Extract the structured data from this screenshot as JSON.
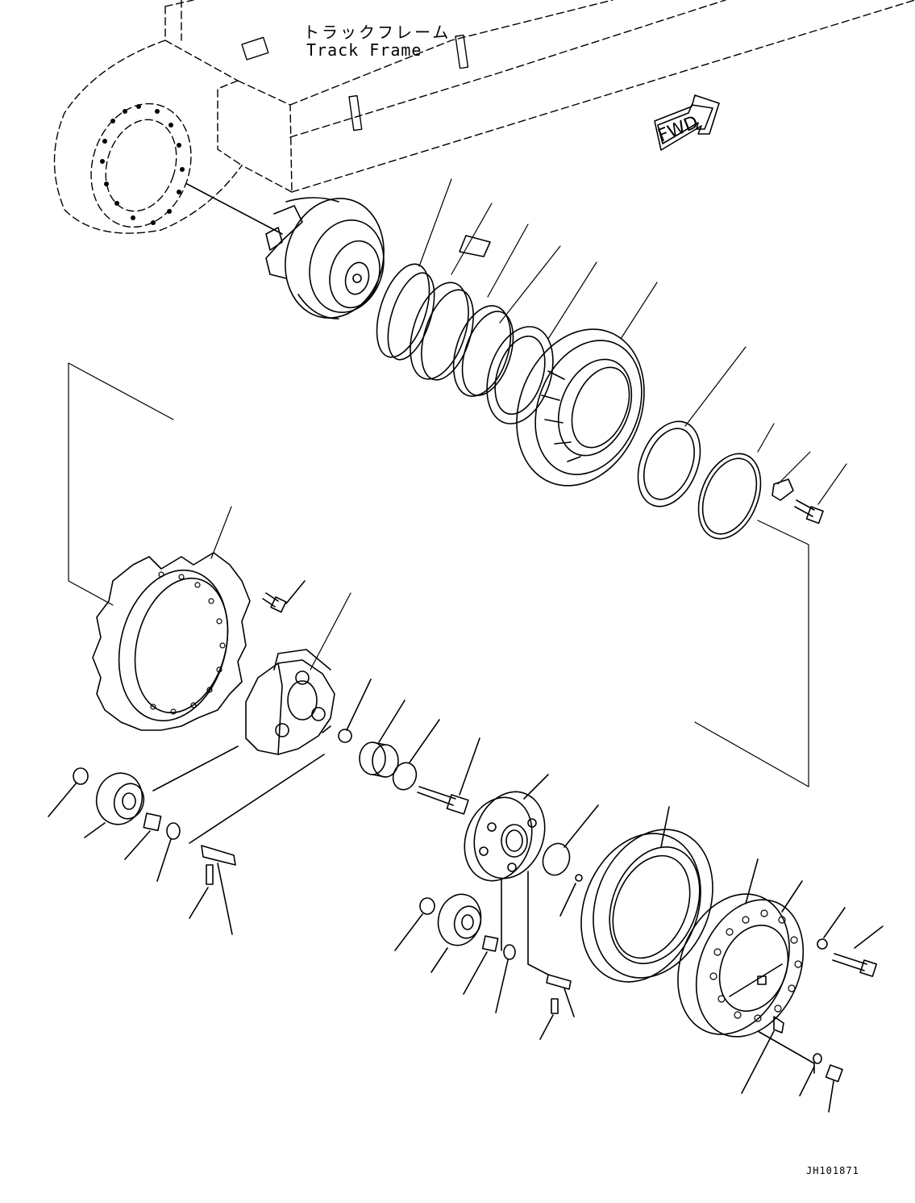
{
  "labels": {
    "track_frame_ja": "トラックフレーム",
    "track_frame_en": "Track Frame",
    "fwd": "FWD",
    "drawing_id": "JH101871"
  },
  "colors": {
    "line": "#000000",
    "background": "#ffffff"
  }
}
